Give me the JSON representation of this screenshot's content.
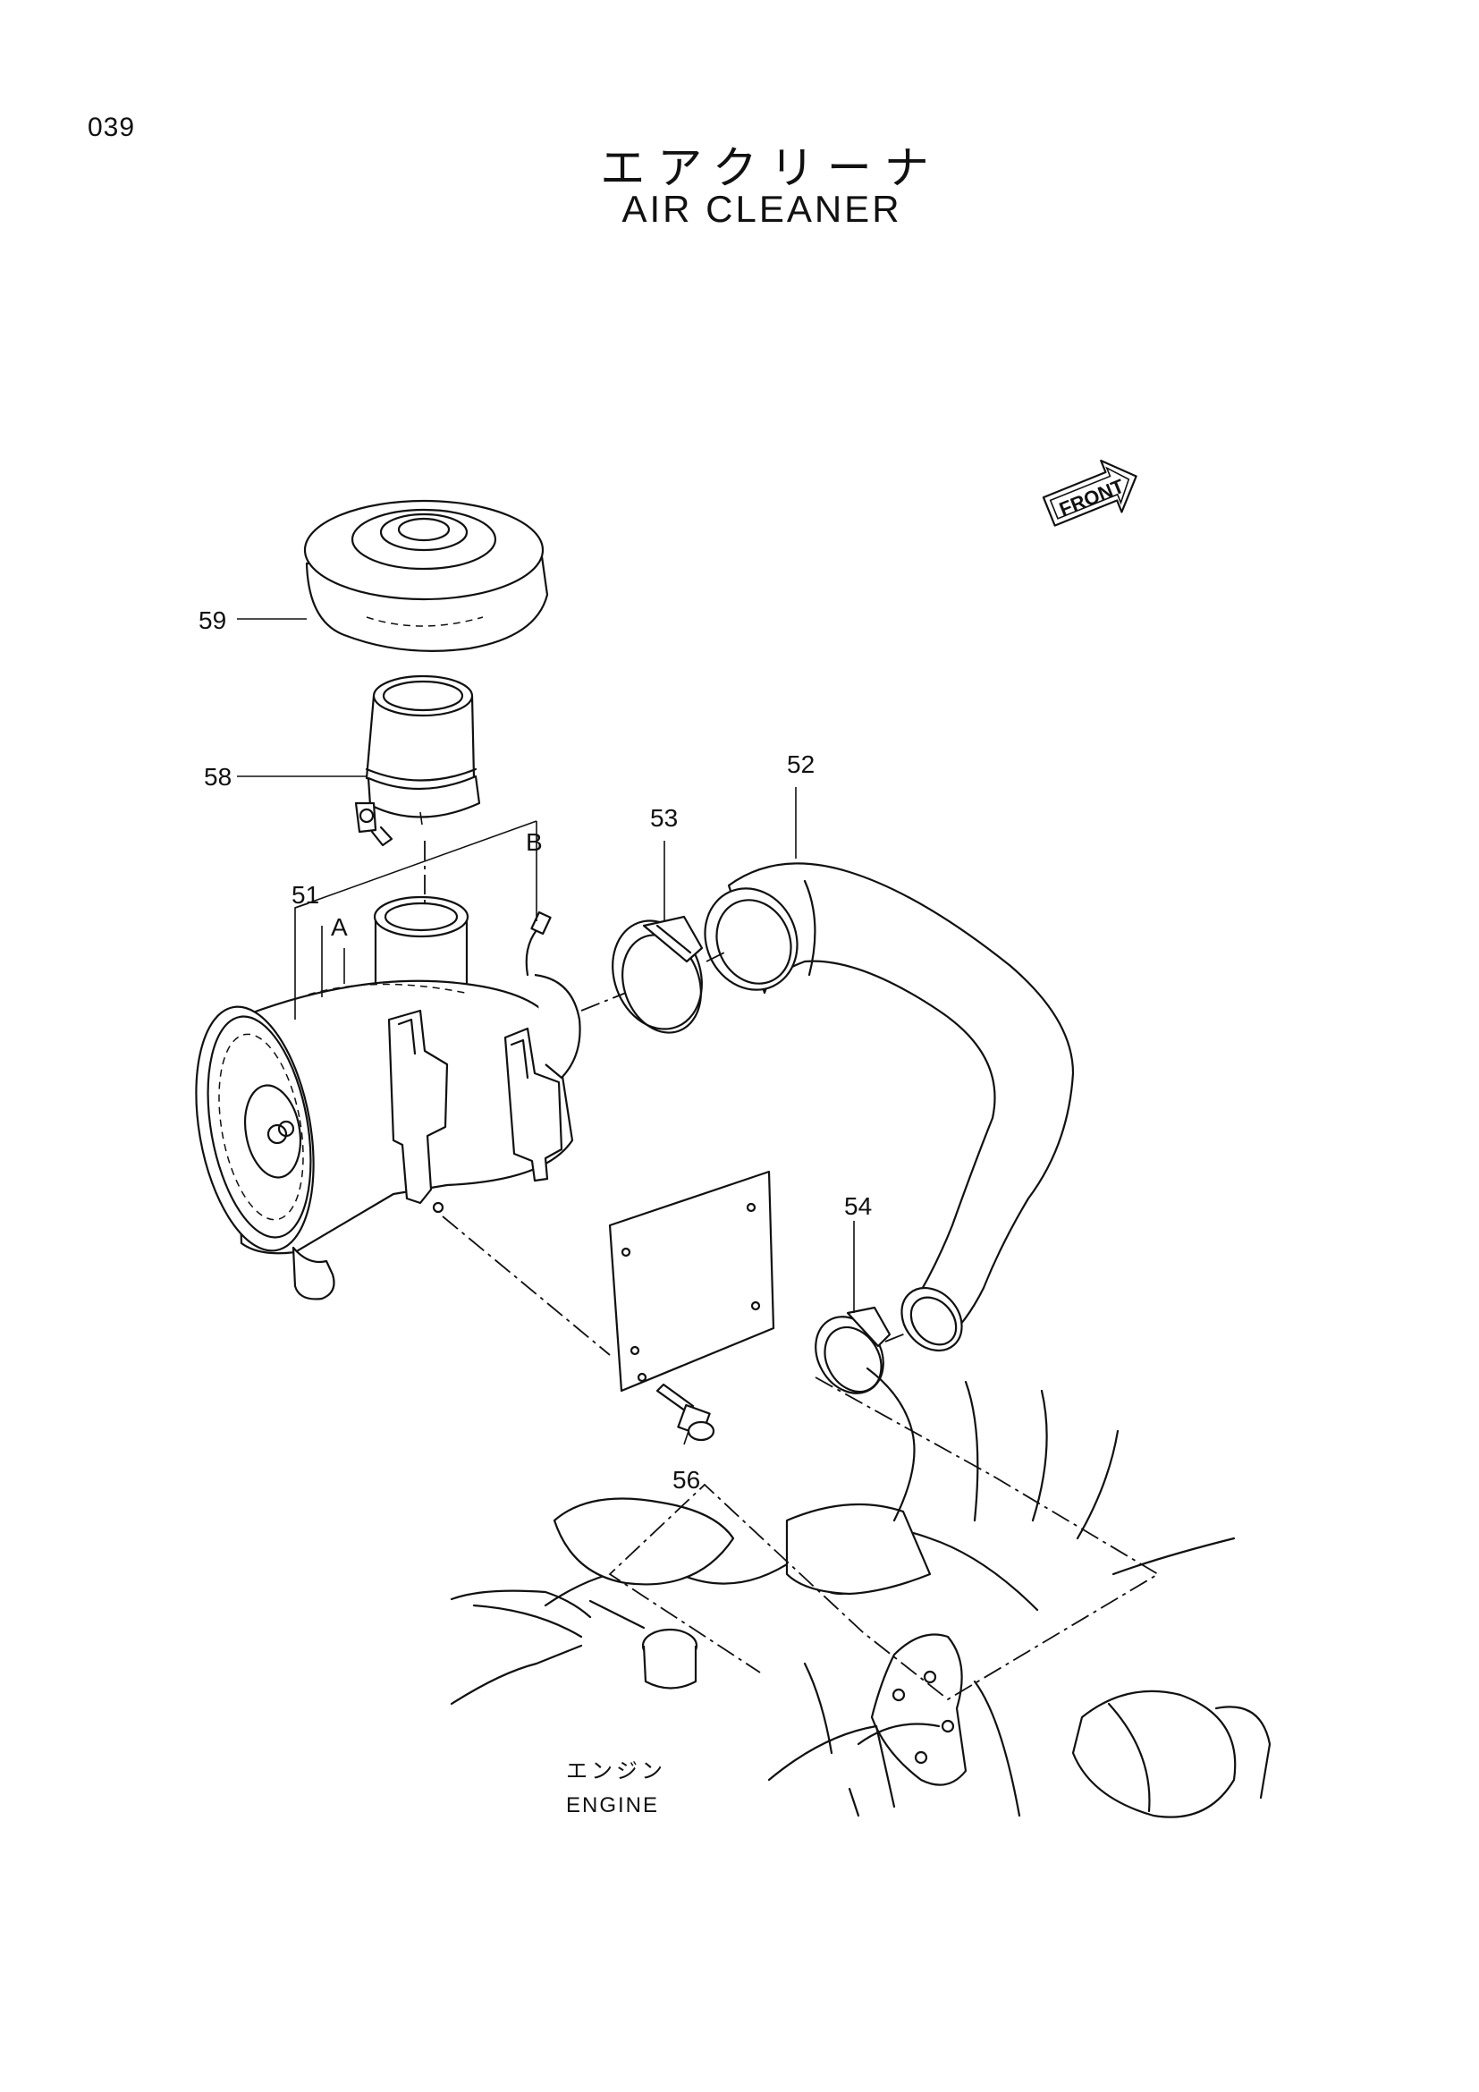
{
  "page_number": "039",
  "title_jp": "エアクリーナ",
  "title_en": "AIR CLEANER",
  "front_label": "FRONT",
  "engine_label_jp": "エンジン",
  "engine_label_en": "ENGINE",
  "callouts": {
    "p51": "51",
    "p52": "52",
    "p53": "53",
    "p54": "54",
    "p56": "56",
    "p58": "58",
    "p59": "59",
    "subA": "A",
    "subB": "B"
  }
}
